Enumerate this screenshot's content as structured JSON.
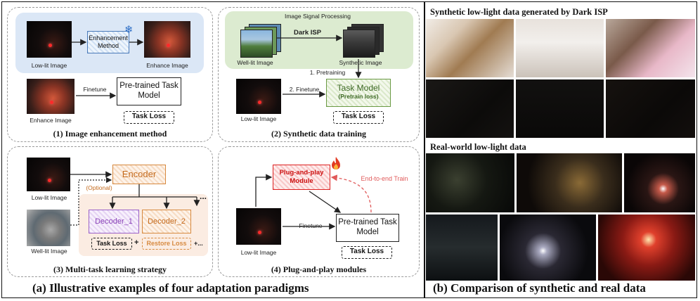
{
  "caption_a": "(a) Illustrative examples of four adaptation paradigms",
  "caption_b": "(b) Comparison of synthetic and real data",
  "p1": {
    "caption": "(1) Image enhancement method",
    "lowlit": "Low-lit Image",
    "method": "Enhancement Method",
    "enhance_out": "Enhance Image",
    "enhance_in": "Enhance Image",
    "finetune": "Finetune",
    "model": "Pre-trained Task Model",
    "loss": "Task Loss"
  },
  "p2": {
    "caption": "(2) Synthetic data training",
    "isp_title": "Image Signal Processing",
    "welllit": "Well-lit Image",
    "dark_isp": "Dark ISP",
    "synthetic": "Synthetic Image",
    "pretraining": "1. Pretraining",
    "finetune": "2. Finetune",
    "lowlit": "Low-lit Image",
    "model": "Task Model",
    "model_sub": "(Pretrain loss)",
    "loss": "Task Loss"
  },
  "p3": {
    "caption": "(3) Multi-task learning strategy",
    "lowlit": "Low-lit Image",
    "optional": "(Optional)",
    "welllit": "Well-lit Image",
    "encoder": "Encoder",
    "decoder1": "Decoder_1",
    "decoder2": "Decoder_2",
    "loss1": "Task Loss",
    "loss2": "Restore Loss",
    "plus": "+",
    "ellipsis": "...",
    "plus_ellipsis": "+..."
  },
  "p4": {
    "caption": "(4) Plug-and-play modules",
    "module": "Plug-and-play Module",
    "e2e": "End-to-end Train",
    "finetune": "Finetune",
    "lowlit": "Low-lit Image",
    "model": "Pre-trained Task Model",
    "loss": "Task Loss"
  },
  "right": {
    "synthetic_title": "Synthetic low-light data generated by Dark ISP",
    "real_title": "Real-world low-light data"
  },
  "colors": {
    "green_bg": "#dcebd0",
    "blue_bg": "#dbe7f6",
    "encoder": "#d78a40",
    "decoder1": "#9a62c8",
    "plugin": "#dd2222",
    "e2e_text": "#e05a5a"
  }
}
